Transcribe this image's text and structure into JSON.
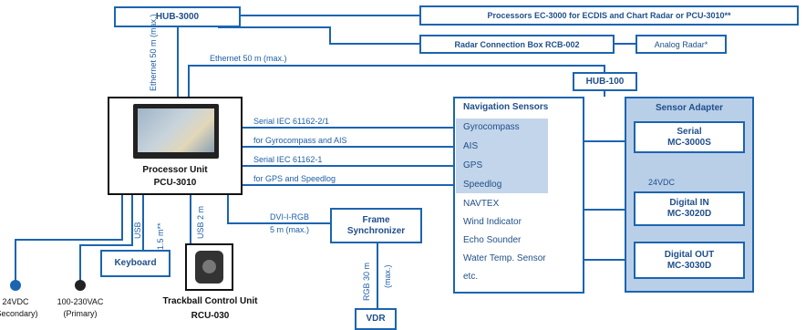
{
  "hub3000": "HUB-3000",
  "processors_ec3000": "Processors EC-3000 for ECDIS and Chart Radar or PCU-3010**",
  "radar_box": "Radar Connection Box RCB-002",
  "analog_radar": "Analog Radar*",
  "ethernet_50m": "Ethernet 50 m (max.)",
  "hub100": "HUB-100",
  "ethernet_vertical": "Ethernet 50 m (max.)",
  "processor_unit": {
    "title": "Processor Unit",
    "model": "PCU-3010"
  },
  "serial_labels": [
    "Serial IEC 61162-2/1",
    "for Gyrocompass and AIS",
    "Serial IEC 61162-1",
    "for GPS and Speedlog"
  ],
  "nav_sensors": {
    "title": "Navigation Sensors",
    "items": [
      "Gyrocompass",
      "AIS",
      "GPS",
      "Speedlog",
      "NAVTEX",
      "Wind Indicator",
      "Echo Sounder",
      "Water Temp. Sensor",
      "etc."
    ]
  },
  "sensor_adapter": {
    "title": "Sensor Adapter",
    "serial": {
      "line1": "Serial",
      "line2": "MC-3000S"
    },
    "vdc": "24VDC",
    "digital_in": {
      "line1": "Digital IN",
      "line2": "MC-3020D"
    },
    "digital_out": {
      "line1": "Digital OUT",
      "line2": "MC-3030D"
    }
  },
  "dvi_label": "DVI-I-RGB",
  "dvi_len": "5 m (max.)",
  "frame_sync": {
    "line1": "Frame",
    "line2": "Synchronizer"
  },
  "usb_keyboard": "USB",
  "usb_keyboard_len": "1.5 m**",
  "usb_trackball": "USB 2 m",
  "keyboard": "Keyboard",
  "trackball": {
    "line1": "Trackball Control Unit",
    "line2": "RCU-030"
  },
  "rgb_label": "RGB 30 m",
  "rgb_max": "(max.)",
  "vdr": "VDR",
  "power_secondary": {
    "line1": "24VDC",
    "line2": "(Secondary)"
  },
  "power_primary": {
    "line1": "100-230VAC",
    "line2": "(Primary)"
  },
  "colors": {
    "line": "#1c64b0",
    "text": "#1f4f8a",
    "panel": "#b9cfe8",
    "highlight": "#c3d5ea"
  }
}
